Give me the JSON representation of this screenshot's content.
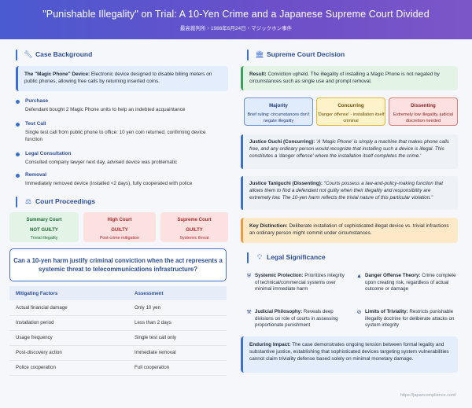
{
  "header": {
    "title": "\"Punishable Illegality\" on Trial: A 10-Yen Crime and a Japanese Supreme Court Divided",
    "subtitle": "最高裁判所・1986年6月24日・マジックホン事件"
  },
  "background": {
    "section_title": "Case Background",
    "device_label": "The \"Magic Phone\" Device:",
    "device_text": "Electronic device designed to disable billing meters on public phones, allowing free calls by returning inserted coins.",
    "timeline": [
      {
        "title": "Purchase",
        "text": "Defendant bought 2 Magic Phone units to help an indebted acquaintance"
      },
      {
        "title": "Test Call",
        "text": "Single test call from public phone to office: 10 yen coin returned, confirming device function"
      },
      {
        "title": "Legal Consultation",
        "text": "Consulted company lawyer next day, advised device was problematic"
      },
      {
        "title": "Removal",
        "text": "Immediately removed device (installed <2 days), fully cooperated with police"
      }
    ]
  },
  "proceedings": {
    "section_title": "Court Proceedings",
    "courts": [
      {
        "name": "Summary Court",
        "verdict": "NOT GUILTY",
        "detail": "Trivial illegality"
      },
      {
        "name": "High Court",
        "verdict": "GUILTY",
        "detail": "Post-crime mitigation"
      },
      {
        "name": "Supreme Court",
        "verdict": "GUILTY",
        "detail": "Systemic threat"
      }
    ]
  },
  "question": "Can a 10-yen harm justify criminal conviction when the act represents a systemic threat to telecommunications infrastructure?",
  "factors": {
    "headers": [
      "Mitigating Factors",
      "Assessment"
    ],
    "rows": [
      [
        "Actual financial damage",
        "Only 10 yen"
      ],
      [
        "Installation period",
        "Less than 2 days"
      ],
      [
        "Usage frequency",
        "Single test call only"
      ],
      [
        "Post-discovery action",
        "Immediate removal"
      ],
      [
        "Police cooperation",
        "Full cooperation"
      ]
    ]
  },
  "decision": {
    "section_title": "Supreme Court Decision",
    "result_label": "Result:",
    "result_text": "Conviction upheld. The illegality of installing a Magic Phone is not negated by circumstances such as single use and prompt removal.",
    "opinions": [
      {
        "title": "Majority",
        "text": "Brief ruling: circumstances don't negate illegality"
      },
      {
        "title": "Concurring",
        "text": "'Danger offense' - installation itself criminal"
      },
      {
        "title": "Dissenting",
        "text": "Extremely low illegality, judicial discretion needed"
      }
    ],
    "ouchi_label": "Justice Ouchi (Concurring):",
    "ouchi_text": "'A 'Magic Phone' is simply a machine that makes phone calls free, and any ordinary person would recognize that installing such a device is illegal. This constitutes a 'danger offense' where the installation itself completes the crime.'",
    "taniguchi_label": "Justice Taniguchi (Dissenting):",
    "taniguchi_text": "\"Courts possess a law-and-policy-making function that allows them to find a defendant not guilty when their illegality and responsibility are extremely low. The 10-yen harm reflects the trivial nature of this particular violation.\"",
    "key_label": "Key Distinction:",
    "key_text": "Deliberate installation of sophisticated illegal device vs. trivial infractions an ordinary person might commit under circumstances."
  },
  "significance": {
    "section_title": "Legal Significance",
    "items": [
      {
        "icon": "shield-icon",
        "label": "Systemic Protection:",
        "text": "Prioritizes integrity of technical/commercial systems over minimal immediate harm"
      },
      {
        "icon": "warning-icon",
        "label": "Danger Offense Theory:",
        "text": "Crime complete upon creating risk, regardless of actual outcome or damage"
      },
      {
        "icon": "gavel-icon",
        "label": "Judicial Philosophy:",
        "text": "Reveals deep divisions on role of courts in assessing proportionate punishment"
      },
      {
        "icon": "ban-icon",
        "label": "Limits of Triviality:",
        "text": "Restricts punishable illegality doctrine for deliberate attacks on system integrity"
      }
    ],
    "impact_label": "Enduring Impact:",
    "impact_text": "The case demonstrates ongoing tension between formal legality and substantive justice, establishing that sophisticated devices targeting system vulnerabilities cannot claim triviality defense based solely on minimal monetary damage."
  },
  "footer": "https://japancompliance.com/"
}
